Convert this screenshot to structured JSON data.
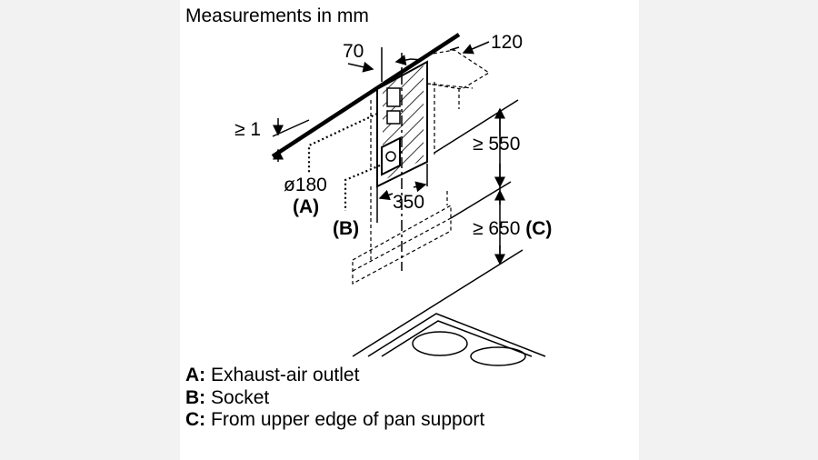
{
  "title": "Measurements in mm",
  "dimensions": {
    "d70": "70",
    "d120": "120",
    "ge1": "≥ 1",
    "ge550": "≥ 550",
    "d350": "350",
    "ge650": "≥ 650",
    "ge650_ref": "(C)",
    "dia180": "ø180",
    "ref_a": "(A)",
    "ref_b": "(B)"
  },
  "legend": [
    {
      "key": "A:",
      "text": "Exhaust-air outlet"
    },
    {
      "key": "B:",
      "text": "Socket"
    },
    {
      "key": "C:",
      "text": "From upper edge of pan support"
    }
  ]
}
